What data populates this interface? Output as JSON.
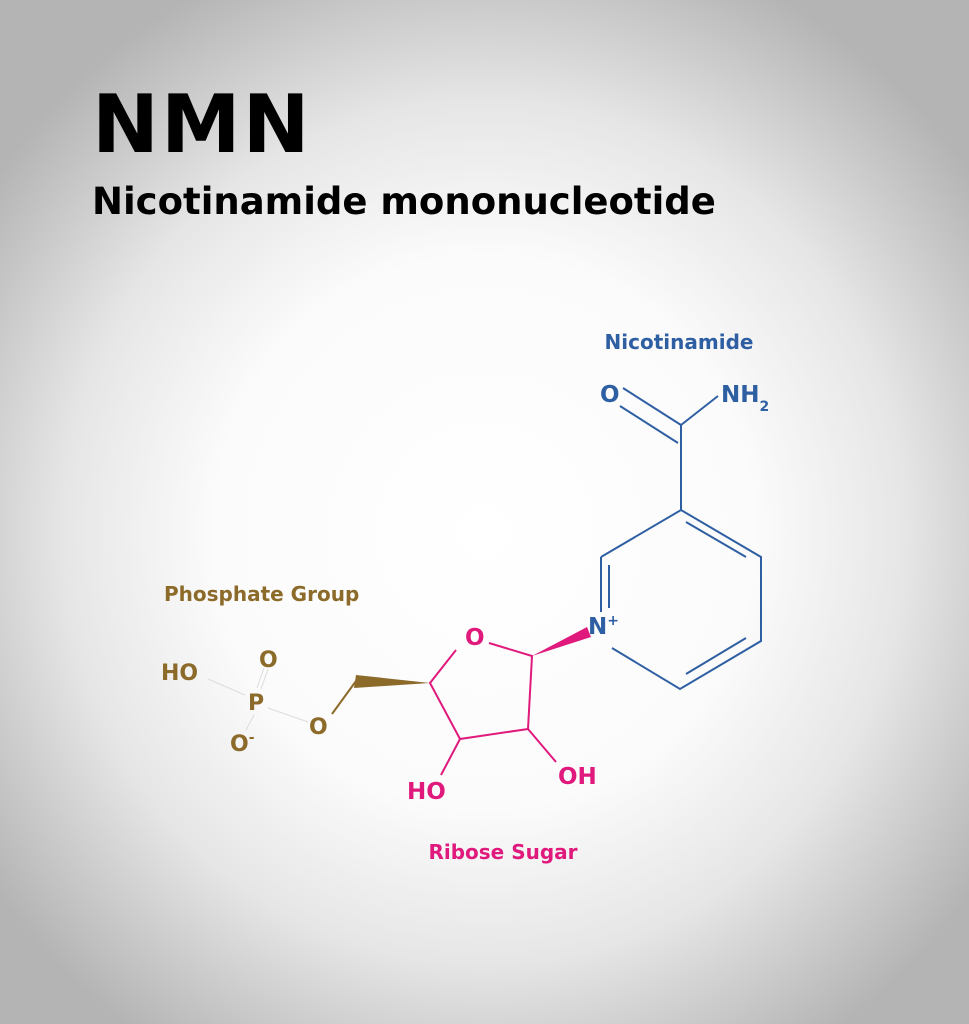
{
  "title": "NMN",
  "subtitle": "Nicotinamide mononucleotide",
  "colors": {
    "nicotinamide": "#2f5fa3",
    "ribose": "#e0197d",
    "phosphate": "#8c6a2a"
  },
  "groups": {
    "nicotinamide": "Nicotinamide",
    "phosphate": "Phosphate Group",
    "ribose": "Ribose Sugar"
  },
  "atoms": {
    "o_carbonyl": "O",
    "nh2": "NH",
    "nh2_sub": "2",
    "n_plus": "N",
    "n_charge": "+",
    "ring_o": "O",
    "oh_right": "OH",
    "ho_left": "HO",
    "bridge_o": "O",
    "p": "P",
    "p_o": "O",
    "p_ho": "HO",
    "p_ominus": "O",
    "p_charge": "-"
  }
}
